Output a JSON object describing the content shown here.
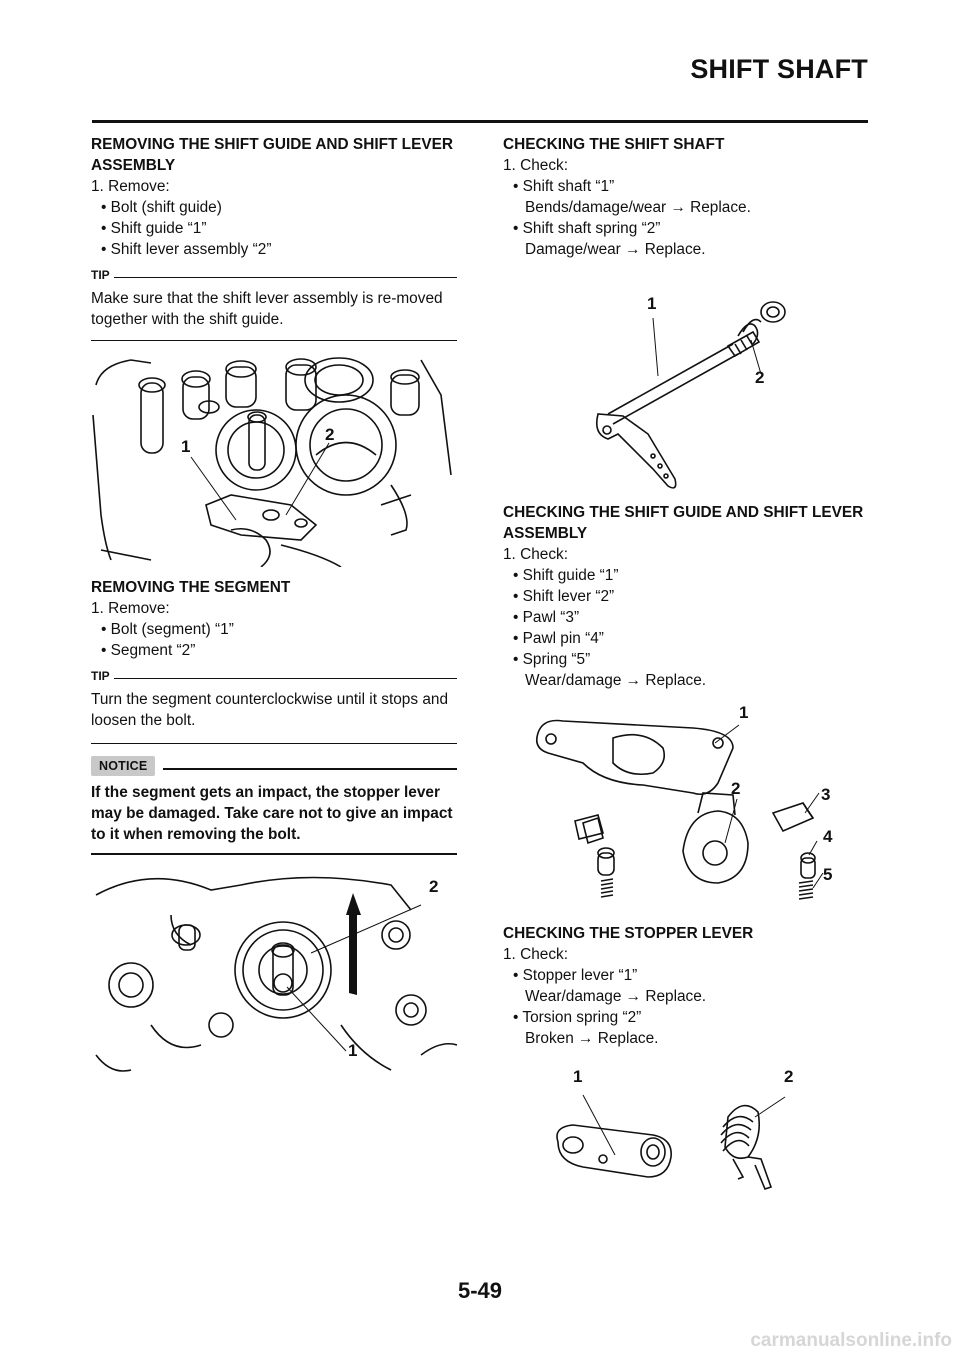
{
  "header": {
    "title": "SHIFT SHAFT"
  },
  "left": {
    "sec1": {
      "heading": "REMOVING THE SHIFT GUIDE AND SHIFT LEVER ASSEMBLY",
      "step1": "1. Remove:",
      "bullets": [
        "• Bolt (shift guide)",
        "• Shift guide “1”",
        "• Shift lever assembly “2”"
      ],
      "tip_label": "TIP",
      "tip_text": "Make sure that the shift lever assembly is re-moved together with the shift guide.",
      "fig_labels": [
        "1",
        "2"
      ]
    },
    "sec2": {
      "heading": "REMOVING THE SEGMENT",
      "step1": "1. Remove:",
      "bullets": [
        "• Bolt (segment) “1”",
        "• Segment “2”"
      ],
      "tip_label": "TIP",
      "tip_text": "Turn the segment counterclockwise until it stops and loosen the bolt.",
      "notice_label": "NOTICE",
      "notice_text": "If the segment gets an impact, the stopper lever may be damaged. Take care not to give an impact to it when removing the bolt.",
      "fig_labels": [
        "2",
        "1"
      ]
    }
  },
  "right": {
    "sec1": {
      "heading": "CHECKING THE SHIFT SHAFT",
      "step1": "1. Check:",
      "lines": [
        "• Shift shaft “1”",
        "Bends/damage/wear → Replace.",
        "• Shift shaft spring “2”",
        "Damage/wear → Replace."
      ],
      "fig_labels": [
        "1",
        "2"
      ]
    },
    "sec2": {
      "heading": "CHECKING THE SHIFT GUIDE AND SHIFT LEVER ASSEMBLY",
      "step1": "1. Check:",
      "lines": [
        "• Shift guide “1”",
        "• Shift lever “2”",
        "• Pawl “3”",
        "• Pawl pin “4”",
        "• Spring “5”",
        "Wear/damage → Replace."
      ],
      "fig_labels": [
        "1",
        "2",
        "3",
        "4",
        "5"
      ]
    },
    "sec3": {
      "heading": "CHECKING THE STOPPER LEVER",
      "step1": "1. Check:",
      "lines": [
        "• Stopper lever “1”",
        "Wear/damage → Replace.",
        "• Torsion spring “2”",
        "Broken → Replace."
      ],
      "fig_labels": [
        "1",
        "2"
      ]
    }
  },
  "footer": {
    "page_number": "5-49",
    "watermark": "carmanualsonline.info"
  }
}
